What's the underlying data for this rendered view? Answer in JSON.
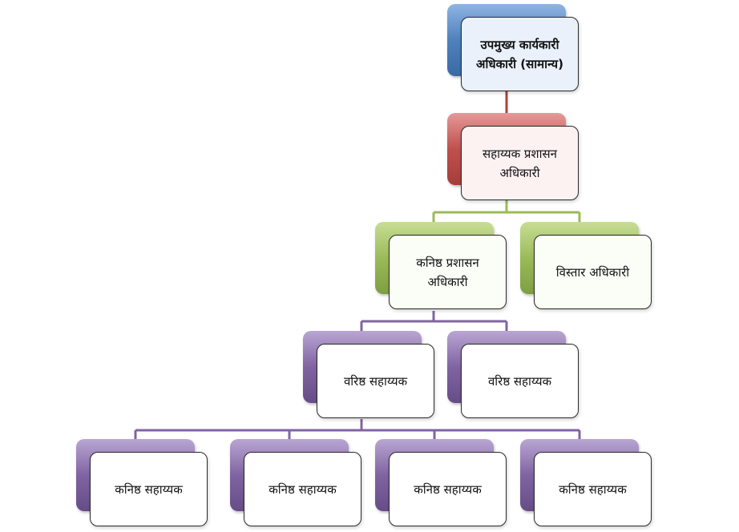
{
  "colors": {
    "level1": "#4f81bd",
    "level2": "#c0504d",
    "level3": "#9bbb59",
    "level4": "#8064a2",
    "level5": "#8064a2"
  },
  "chart": {
    "root": {
      "label": "उपमुख्य कार्यकारी अधिकारी (सामान्य)"
    },
    "level2": {
      "label": "सहाय्यक प्रशासन अधिकारी"
    },
    "level3": [
      {
        "label": "कनिष्ठ प्रशासन अधिकारी"
      },
      {
        "label": "विस्तार अधिकारी"
      }
    ],
    "level4": [
      {
        "label": "वरिष्ठ सहाय्यक"
      },
      {
        "label": "वरिष्ठ सहाय्यक"
      }
    ],
    "level5": [
      {
        "label": "कनिष्ठ सहाय्यक"
      },
      {
        "label": "कनिष्ठ सहाय्यक"
      },
      {
        "label": "कनिष्ठ सहाय्यक"
      },
      {
        "label": "कनिष्ठ सहाय्यक"
      }
    ]
  }
}
